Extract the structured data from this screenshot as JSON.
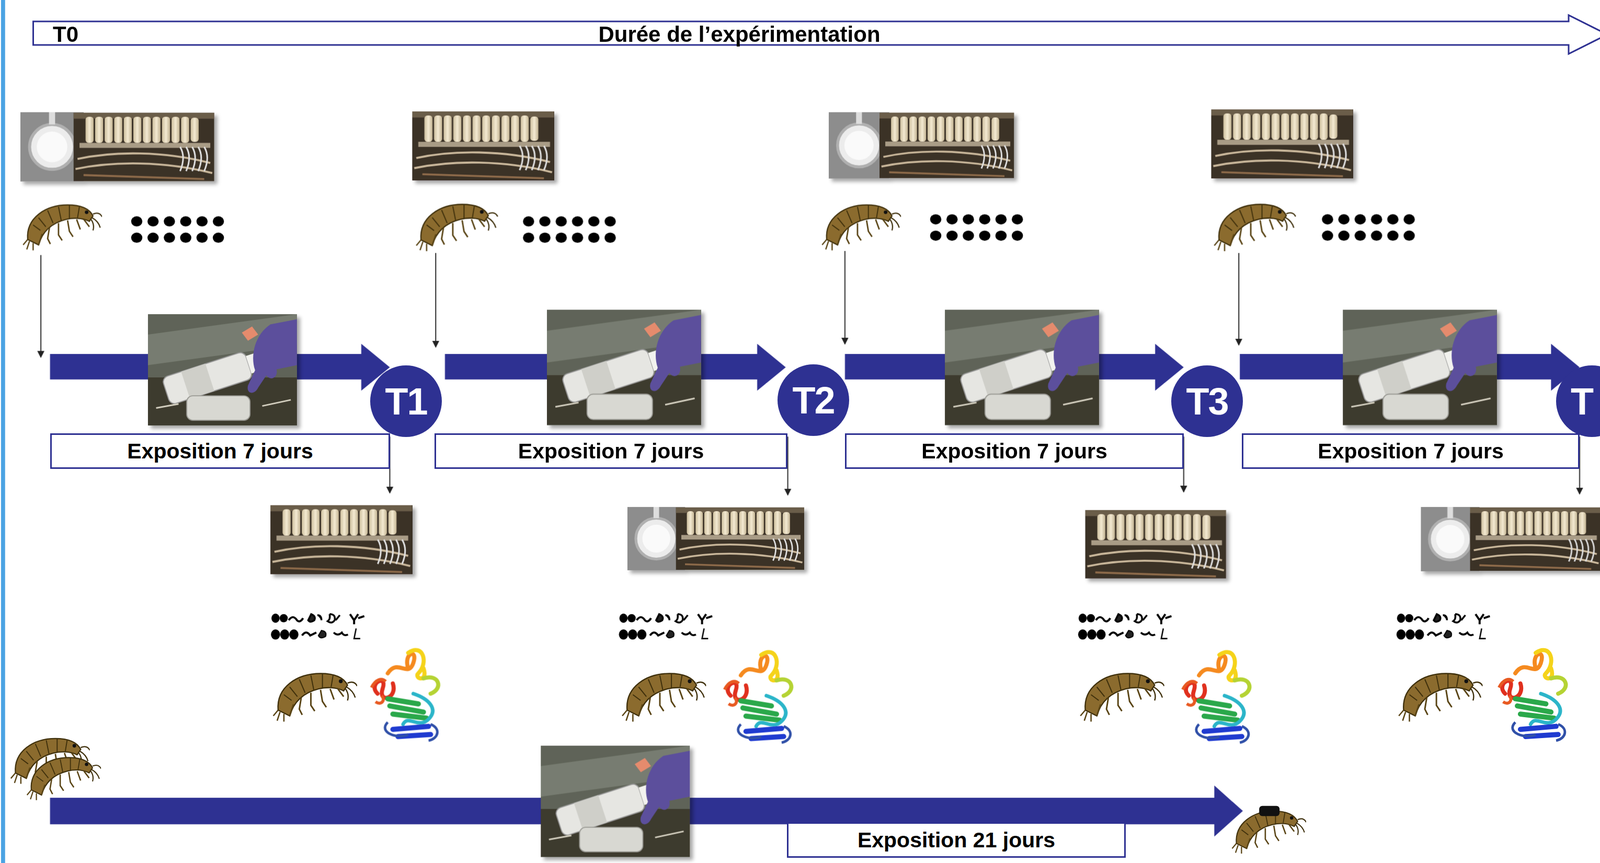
{
  "diagram": {
    "nodes": [
      {
        "text": [
          "T0",
          "Durée de l’expérimentation"
        ]
      },
      {
        "text": [
          "T1"
        ]
      },
      {
        "text": [
          "T2"
        ]
      },
      {
        "text": [
          "T3"
        ]
      },
      {
        "text": [
          "T"
        ]
      },
      {
        "text": [
          "Exposition 7 jours"
        ]
      },
      {
        "text": [
          "Exposition 7 jours"
        ]
      },
      {
        "text": [
          "Exposition 7 jours"
        ]
      },
      {
        "text": [
          "Exposition 7 jours"
        ]
      },
      {
        "text": [
          "Exposition 21 jours"
        ]
      }
    ]
  }
}
